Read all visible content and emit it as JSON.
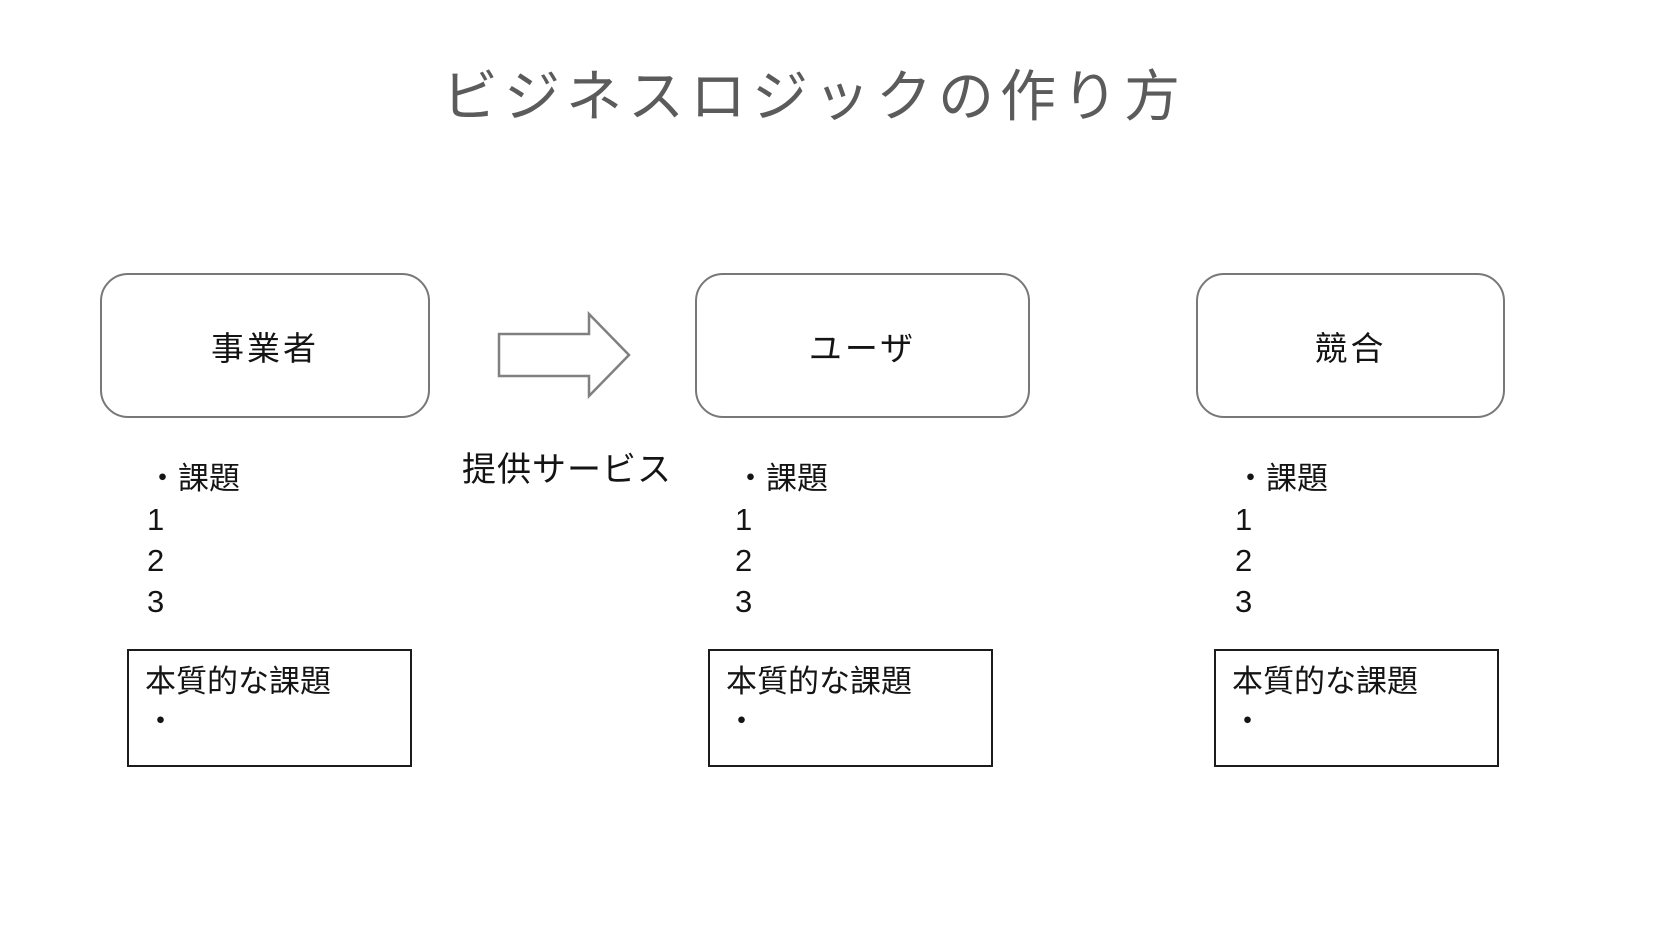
{
  "page": {
    "title": "ビジネスロジックの作り方",
    "background_color": "#ffffff"
  },
  "colors": {
    "title_text": "#5b5b5b",
    "entity_box_border": "#787878",
    "panel_border": "#1c1c1c",
    "body_text": "#141414",
    "arrow_stroke": "#808080",
    "arrow_fill": "#ffffff"
  },
  "arrow": {
    "label": "提供サービス",
    "direction": "right"
  },
  "columns": [
    {
      "box_label": "事業者",
      "issues_heading": "・課題",
      "issue_items": [
        "1",
        "2",
        "3"
      ],
      "essential_panel": {
        "title": "本質的な課題",
        "bullet": "・"
      }
    },
    {
      "box_label": "ユーザ",
      "issues_heading": "・課題",
      "issue_items": [
        "1",
        "2",
        "3"
      ],
      "essential_panel": {
        "title": "本質的な課題",
        "bullet": "・"
      }
    },
    {
      "box_label": "競合",
      "issues_heading": "・課題",
      "issue_items": [
        "1",
        "2",
        "3"
      ],
      "essential_panel": {
        "title": "本質的な課題",
        "bullet": "・"
      }
    }
  ]
}
